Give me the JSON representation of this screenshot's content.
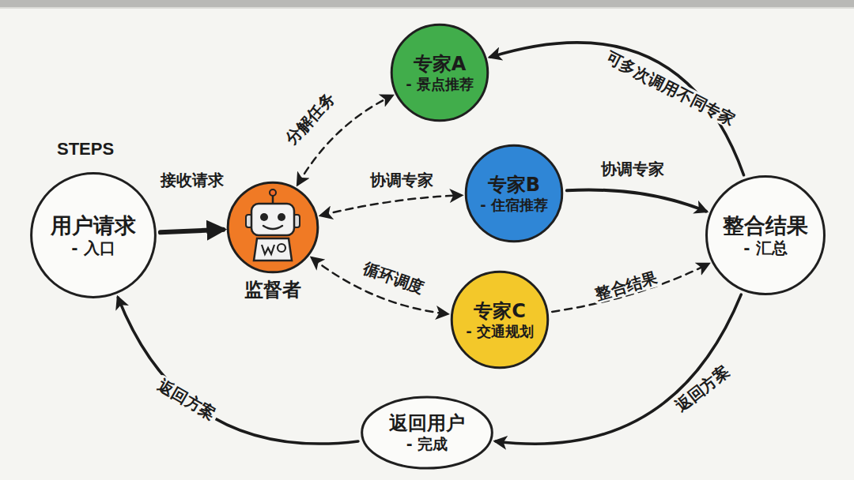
{
  "diagram": {
    "nodes": [
      {
        "text": [
          "用户请求",
          "- 入口"
        ]
      },
      {
        "text": [
          "监督者"
        ]
      },
      {
        "text": [
          "专家A",
          "- 景点推荐"
        ]
      },
      {
        "text": [
          "专家B",
          "- 住宿推荐"
        ]
      },
      {
        "text": [
          "专家C",
          "- 交通规划"
        ]
      },
      {
        "text": [
          "整合结果",
          "- 汇总"
        ]
      },
      {
        "text": [
          "返回用户",
          "- 完成"
        ]
      }
    ],
    "edges": [
      {
        "from": 0,
        "to": 1,
        "label": "接收请求",
        "arrow": "to"
      },
      {
        "from": 1,
        "to": 2,
        "label": "分解任务",
        "arrow": "both"
      },
      {
        "from": 1,
        "to": 3,
        "label": "协调专家",
        "arrow": "both"
      },
      {
        "from": 1,
        "to": 4,
        "label": "循环调度",
        "arrow": "both"
      },
      {
        "from": 3,
        "to": 5,
        "label": "协调专家",
        "arrow": "to"
      },
      {
        "from": 4,
        "to": 5,
        "label": "整合结果",
        "arrow": "to"
      },
      {
        "from": 5,
        "to": 2,
        "label": "可多次调用不同专家",
        "arrow": "to"
      },
      {
        "from": 5,
        "to": 6,
        "label": "返回方案",
        "arrow": "to"
      },
      {
        "from": 6,
        "to": 0,
        "label": "返回方案",
        "arrow": "to"
      }
    ],
    "labels": [
      "STEPS"
    ]
  }
}
